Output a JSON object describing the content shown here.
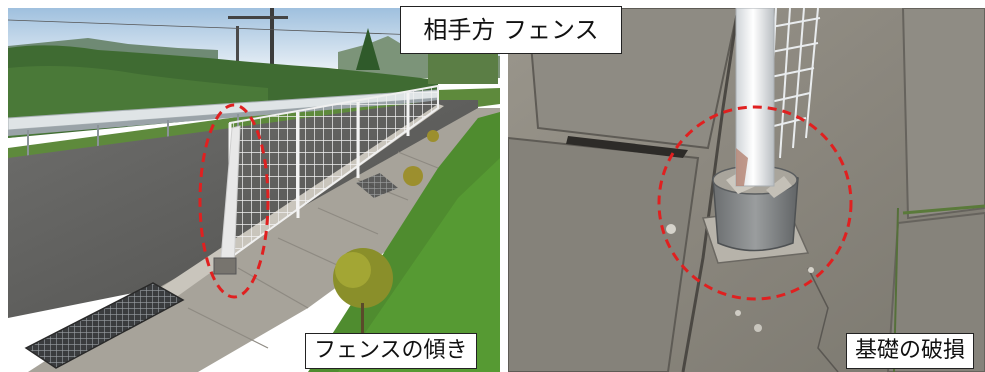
{
  "title_label": "相手方 フェンス",
  "left_photo": {
    "caption": "フェンスの傾き",
    "highlight_color": "#e02020"
  },
  "right_photo": {
    "caption": "基礎の破損",
    "highlight_color": "#e02020"
  }
}
